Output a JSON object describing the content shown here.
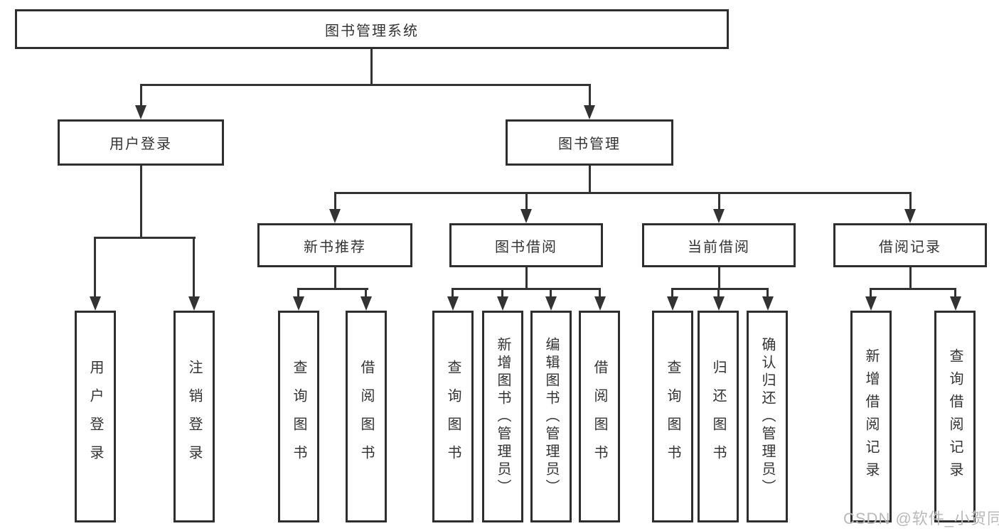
{
  "watermark": "CSDN @软件_小贺同学",
  "diagram": {
    "root": "图书管理系统",
    "level2": {
      "user_login": "用户登录",
      "book_mgmt": "图书管理"
    },
    "level3": {
      "new_books": "新书推荐",
      "borrow": "图书借阅",
      "current": "当前借阅",
      "records": "借阅记录"
    },
    "leaves": {
      "user_login_1": "用户登录",
      "user_login_2": "注销登录",
      "new_books_1": "查询图书",
      "new_books_2": "借阅图书",
      "borrow_1": "查询图书",
      "borrow_2": "新增图书（管理员）",
      "borrow_3": "编辑图书（管理员）",
      "borrow_4": "借阅图书",
      "current_1": "查询图书",
      "current_2": "归还图书",
      "current_3": "确认归还（管理员）",
      "records_1": "新增借阅记录",
      "records_2": "查询借阅记录"
    }
  }
}
